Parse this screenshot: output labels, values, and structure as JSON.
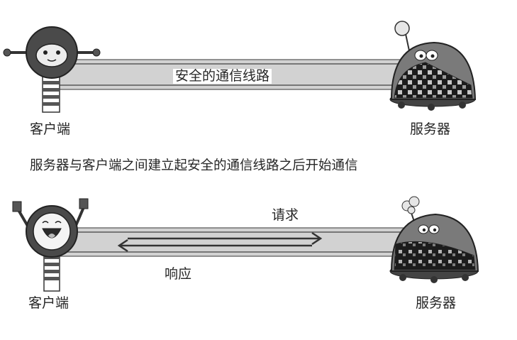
{
  "top_scene": {
    "client_label": "客户端",
    "server_label": "服务器",
    "connection_label": "安全的通信线路"
  },
  "caption": "服务器与客户端之间建立起安全的通信线路之后开始通信",
  "bottom_scene": {
    "client_label": "客户端",
    "server_label": "服务器",
    "request_label": "请求",
    "response_label": "响应"
  }
}
